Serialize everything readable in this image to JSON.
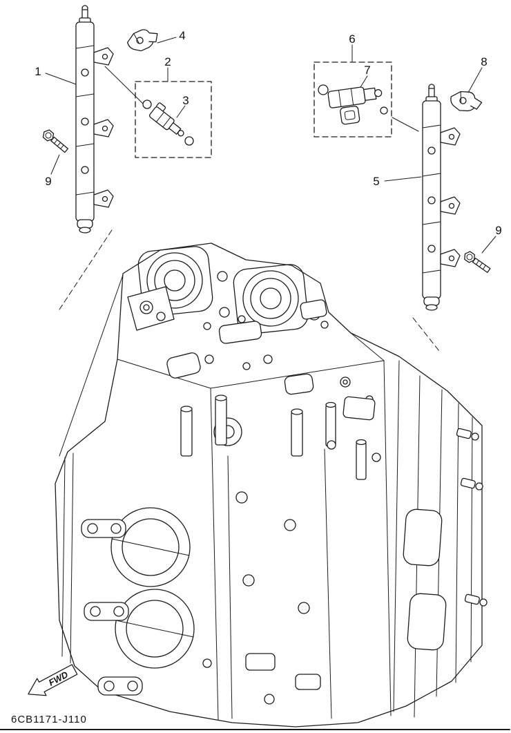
{
  "diagram": {
    "code": "6CB1171-J110",
    "fwd_label": "FWD",
    "callouts": [
      {
        "label": "1"
      },
      {
        "label": "2"
      },
      {
        "label": "3"
      },
      {
        "label": "4"
      },
      {
        "label": "5"
      },
      {
        "label": "6"
      },
      {
        "label": "7"
      },
      {
        "label": "8"
      },
      {
        "label": "9"
      },
      {
        "label": "9"
      }
    ]
  }
}
